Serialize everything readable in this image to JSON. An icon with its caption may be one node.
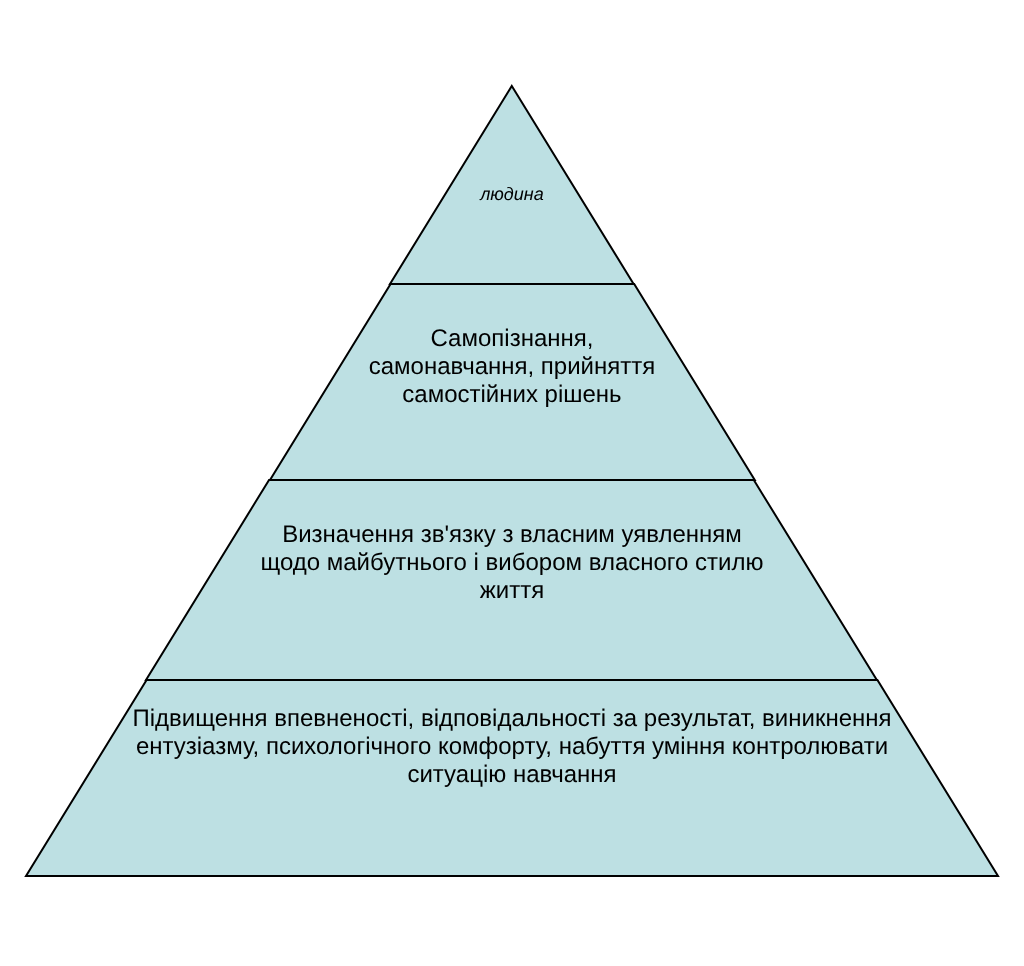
{
  "diagram": {
    "nodes": [
      {
        "text": [
          "людина"
        ]
      },
      {
        "text": [
          "Самопізнання, самонавчання, прийняття самостійних рішень"
        ]
      },
      {
        "text": [
          "Визначення зв'язку з власним уявленням щодо майбутнього і вибором власного стилю життя"
        ]
      },
      {
        "text": [
          "Підвищення впевненості, відповідальності за результат, виникнення ентузіазму, психологічного комфорту, набуття уміння контролювати ситуацію навчання"
        ]
      }
    ]
  }
}
